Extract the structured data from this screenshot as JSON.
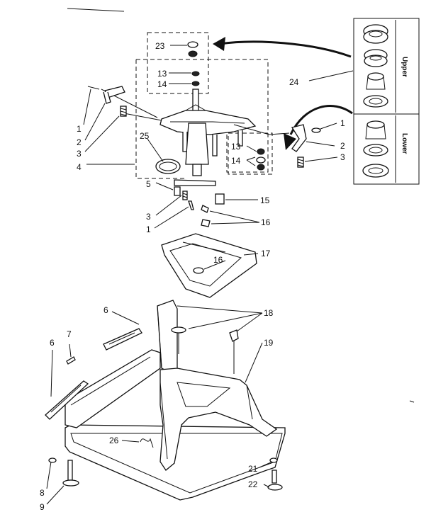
{
  "callouts": {
    "c1a": "1",
    "c2a": "2",
    "c3a": "3",
    "c4": "4",
    "c25": "25",
    "c23": "23",
    "c13a": "13",
    "c14a": "14",
    "c24": "24",
    "c1b": "1",
    "c2b": "2",
    "c3b": "3",
    "c13b": "13",
    "c14b": "14",
    "c5": "5",
    "c3c": "3",
    "c1c": "1",
    "c15": "15",
    "c16a": "16",
    "c17": "17",
    "c16b": "16",
    "c6a": "6",
    "c18": "18",
    "c7": "7",
    "c6b": "6",
    "c19": "19",
    "c26": "26",
    "c21": "21",
    "c8": "8",
    "c22": "22",
    "c9": "9"
  },
  "inset_labels": {
    "upper": "Upper",
    "lower": "Lower"
  }
}
